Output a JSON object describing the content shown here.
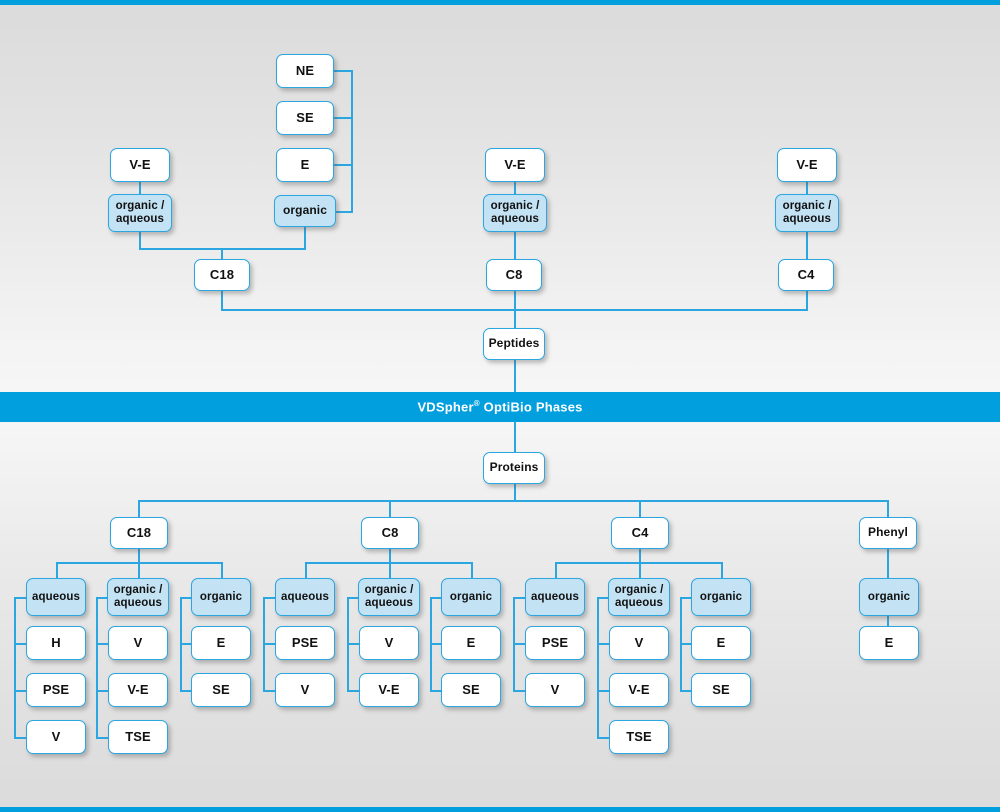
{
  "banner": {
    "brand": "VDSpher",
    "registered_mark": "®",
    "title": " OptiBio Phases",
    "full_text": "VDSpher® OptiBio Phases",
    "background_color": "#029fdf",
    "text_color": "#ffffff"
  },
  "colors": {
    "accent": "#029fdf",
    "connector": "#2ba6e0",
    "node_border": "#2ba6e0",
    "node_fill": "#ffffff",
    "node_fill_highlight": "#c3e2f4",
    "text": "#111111",
    "background_top": "#dcdcdc",
    "background_mid": "#f6f6f6"
  },
  "peptides_section": {
    "root": "Peptides",
    "branches": [
      {
        "phase": "C18",
        "modes": [
          {
            "label": "organic /\naqueous",
            "highlight": true,
            "children": [
              "V-E"
            ]
          },
          {
            "label": "organic",
            "highlight": true,
            "children": [
              "NE",
              "SE",
              "E"
            ]
          }
        ]
      },
      {
        "phase": "C8",
        "modes": [
          {
            "label": "organic /\naqueous",
            "highlight": true,
            "children": [
              "V-E"
            ]
          }
        ]
      },
      {
        "phase": "C4",
        "modes": [
          {
            "label": "organic /\naqueous",
            "highlight": true,
            "children": [
              "V-E"
            ]
          }
        ]
      }
    ]
  },
  "proteins_section": {
    "root": "Proteins",
    "branches": [
      {
        "phase": "C18",
        "modes": [
          {
            "label": "aqueous",
            "highlight": true,
            "children": [
              "H",
              "PSE",
              "V"
            ]
          },
          {
            "label": "organic /\naqueous",
            "highlight": true,
            "children": [
              "V",
              "V-E",
              "TSE"
            ]
          },
          {
            "label": "organic",
            "highlight": true,
            "children": [
              "E",
              "SE"
            ]
          }
        ]
      },
      {
        "phase": "C8",
        "modes": [
          {
            "label": "aqueous",
            "highlight": true,
            "children": [
              "PSE",
              "V"
            ]
          },
          {
            "label": "organic /\naqueous",
            "highlight": true,
            "children": [
              "V",
              "V-E"
            ]
          },
          {
            "label": "organic",
            "highlight": true,
            "children": [
              "E",
              "SE"
            ]
          }
        ]
      },
      {
        "phase": "C4",
        "modes": [
          {
            "label": "aqueous",
            "highlight": true,
            "children": [
              "PSE",
              "V"
            ]
          },
          {
            "label": "organic /\naqueous",
            "highlight": true,
            "children": [
              "V",
              "V-E",
              "TSE"
            ]
          },
          {
            "label": "organic",
            "highlight": true,
            "children": [
              "E",
              "SE"
            ]
          }
        ]
      },
      {
        "phase": "Phenyl",
        "modes": [
          {
            "label": "organic",
            "highlight": true,
            "children": [
              "E"
            ]
          }
        ]
      }
    ]
  },
  "nodes": {
    "top_c18_ve": "V-E",
    "top_c18_orgaq": "organic /\naqueous",
    "top_ne": "NE",
    "top_se": "SE",
    "top_e": "E",
    "top_organic": "organic",
    "top_c18": "C18",
    "top_c8_ve": "V-E",
    "top_c8_orgaq": "organic /\naqueous",
    "top_c8": "C8",
    "top_c4_ve": "V-E",
    "top_c4_orgaq": "organic /\naqueous",
    "top_c4": "C4",
    "peptides": "Peptides",
    "proteins": "Proteins",
    "b_c18": "C18",
    "b_c18_aqueous": "aqueous",
    "b_c18_aq_1": "H",
    "b_c18_aq_2": "PSE",
    "b_c18_aq_3": "V",
    "b_c18_orgaq": "organic /\naqueous",
    "b_c18_oa_1": "V",
    "b_c18_oa_2": "V-E",
    "b_c18_oa_3": "TSE",
    "b_c18_org": "organic",
    "b_c18_o_1": "E",
    "b_c18_o_2": "SE",
    "b_c8": "C8",
    "b_c8_aqueous": "aqueous",
    "b_c8_aq_1": "PSE",
    "b_c8_aq_2": "V",
    "b_c8_orgaq": "organic /\naqueous",
    "b_c8_oa_1": "V",
    "b_c8_oa_2": "V-E",
    "b_c8_org": "organic",
    "b_c8_o_1": "E",
    "b_c8_o_2": "SE",
    "b_c4": "C4",
    "b_c4_aqueous": "aqueous",
    "b_c4_aq_1": "PSE",
    "b_c4_aq_2": "V",
    "b_c4_orgaq": "organic /\naqueous",
    "b_c4_oa_1": "V",
    "b_c4_oa_2": "V-E",
    "b_c4_oa_3": "TSE",
    "b_c4_org": "organic",
    "b_c4_o_1": "E",
    "b_c4_o_2": "SE",
    "b_phenyl": "Phenyl",
    "b_phenyl_org": "organic",
    "b_phenyl_o_1": "E"
  }
}
